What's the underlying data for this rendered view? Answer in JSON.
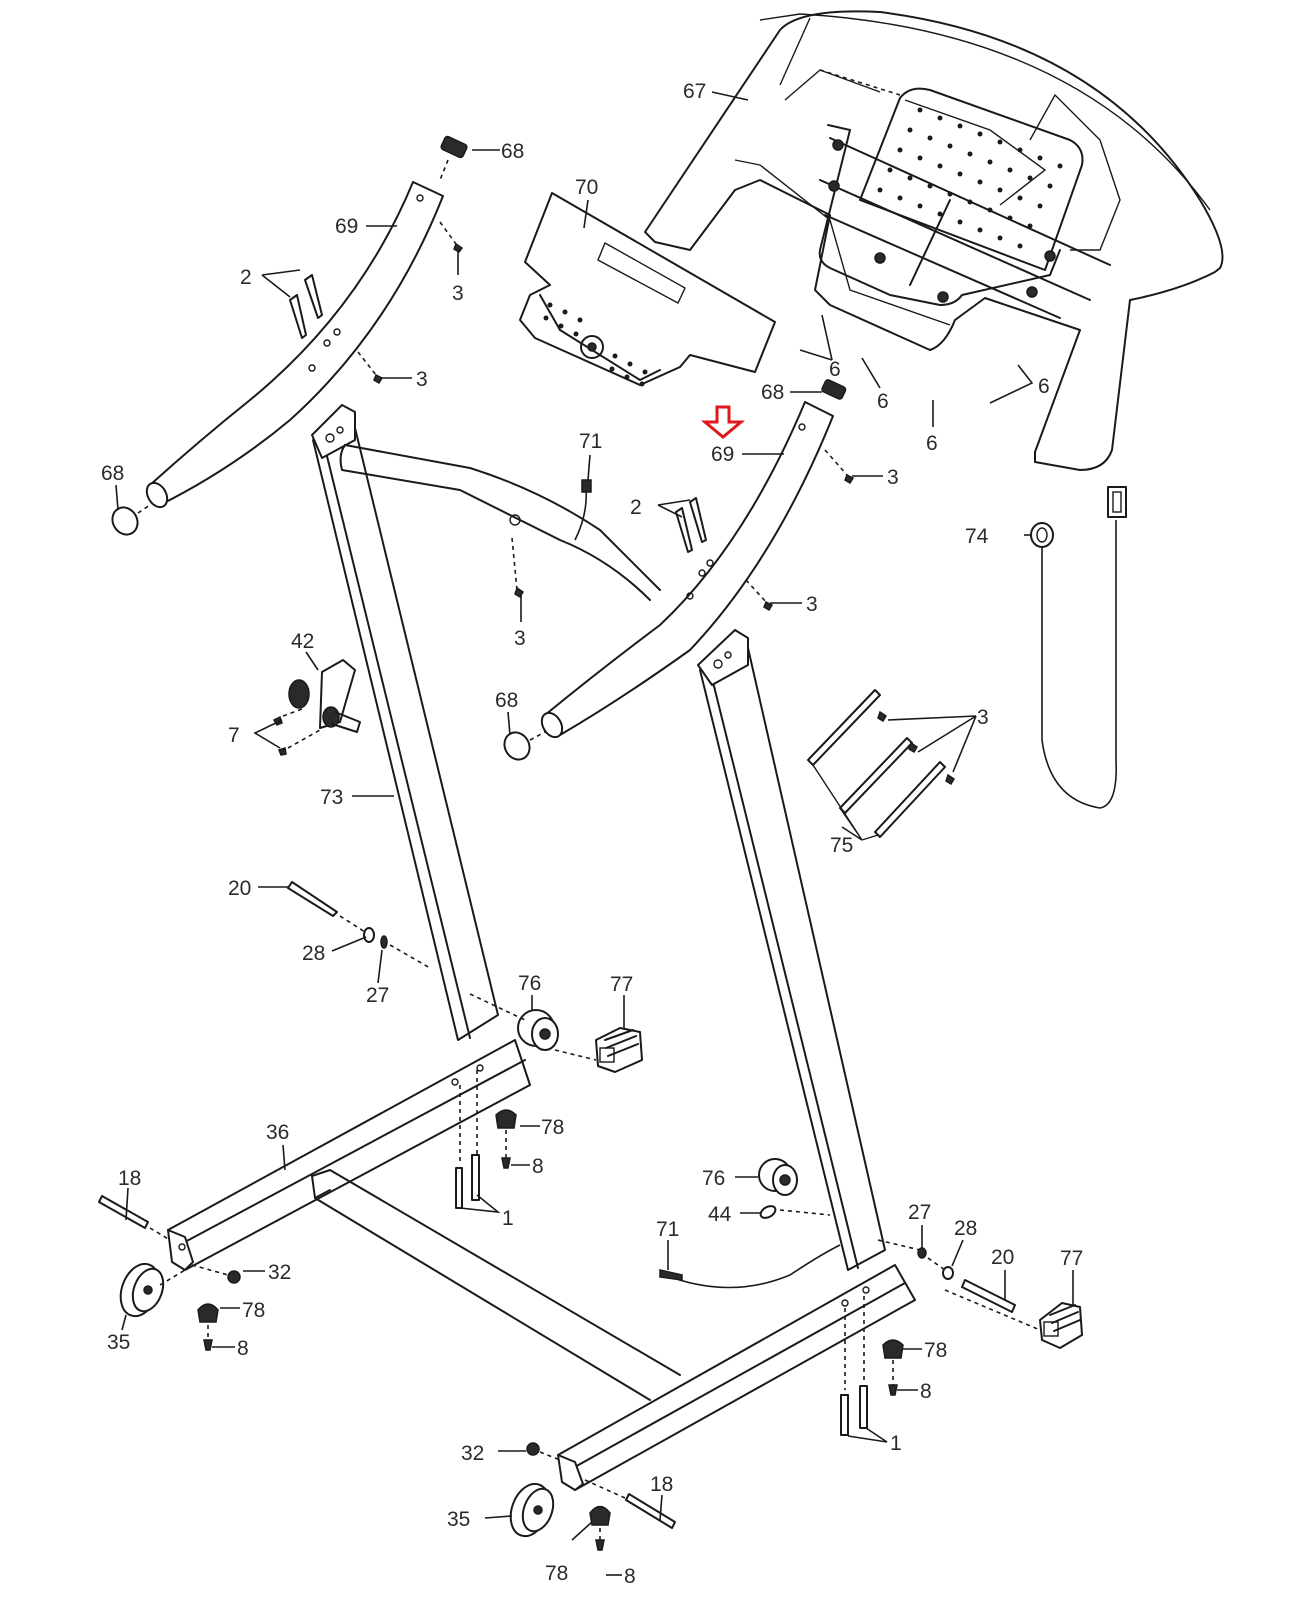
{
  "diagram": {
    "title": "Treadmill upright and console exploded parts view",
    "highlight": {
      "part": "69",
      "color": "#e0191e",
      "indicator": "down-arrow"
    },
    "callout_color": "#2b2b2b",
    "line_color": "#1a1a1a",
    "callouts": [
      {
        "id": "c67",
        "label": "67"
      },
      {
        "id": "c68a",
        "label": "68"
      },
      {
        "id": "c69a",
        "label": "69"
      },
      {
        "id": "c70",
        "label": "70"
      },
      {
        "id": "c2a",
        "label": "2"
      },
      {
        "id": "c3a",
        "label": "3"
      },
      {
        "id": "c3b",
        "label": "3"
      },
      {
        "id": "c6a",
        "label": "6"
      },
      {
        "id": "c6b",
        "label": "6"
      },
      {
        "id": "c6c",
        "label": "6"
      },
      {
        "id": "c6d",
        "label": "6"
      },
      {
        "id": "c68b",
        "label": "68"
      },
      {
        "id": "c69b",
        "label": "69"
      },
      {
        "id": "c3c",
        "label": "3"
      },
      {
        "id": "c68c",
        "label": "68"
      },
      {
        "id": "c71a",
        "label": "71"
      },
      {
        "id": "c2b",
        "label": "2"
      },
      {
        "id": "c3d",
        "label": "3"
      },
      {
        "id": "c3e",
        "label": "3"
      },
      {
        "id": "c74",
        "label": "74"
      },
      {
        "id": "c42",
        "label": "42"
      },
      {
        "id": "c7",
        "label": "7"
      },
      {
        "id": "c68d",
        "label": "68"
      },
      {
        "id": "c3f",
        "label": "3"
      },
      {
        "id": "c75",
        "label": "75"
      },
      {
        "id": "c73",
        "label": "73"
      },
      {
        "id": "c20a",
        "label": "20"
      },
      {
        "id": "c28a",
        "label": "28"
      },
      {
        "id": "c27a",
        "label": "27"
      },
      {
        "id": "c76a",
        "label": "76"
      },
      {
        "id": "c77a",
        "label": "77"
      },
      {
        "id": "c36",
        "label": "36"
      },
      {
        "id": "c78a",
        "label": "78"
      },
      {
        "id": "c8a",
        "label": "8"
      },
      {
        "id": "c18a",
        "label": "18"
      },
      {
        "id": "c1a",
        "label": "1"
      },
      {
        "id": "c76b",
        "label": "76"
      },
      {
        "id": "c44",
        "label": "44"
      },
      {
        "id": "c71b",
        "label": "71"
      },
      {
        "id": "c27b",
        "label": "27"
      },
      {
        "id": "c28b",
        "label": "28"
      },
      {
        "id": "c20b",
        "label": "20"
      },
      {
        "id": "c77b",
        "label": "77"
      },
      {
        "id": "c32a",
        "label": "32"
      },
      {
        "id": "c35a",
        "label": "35"
      },
      {
        "id": "c78b",
        "label": "78"
      },
      {
        "id": "c8b",
        "label": "8"
      },
      {
        "id": "c78c",
        "label": "78"
      },
      {
        "id": "c8c",
        "label": "8"
      },
      {
        "id": "c1b",
        "label": "1"
      },
      {
        "id": "c32b",
        "label": "32"
      },
      {
        "id": "c18b",
        "label": "18"
      },
      {
        "id": "c35b",
        "label": "35"
      },
      {
        "id": "c78d",
        "label": "78"
      },
      {
        "id": "c8d",
        "label": "8"
      }
    ]
  }
}
